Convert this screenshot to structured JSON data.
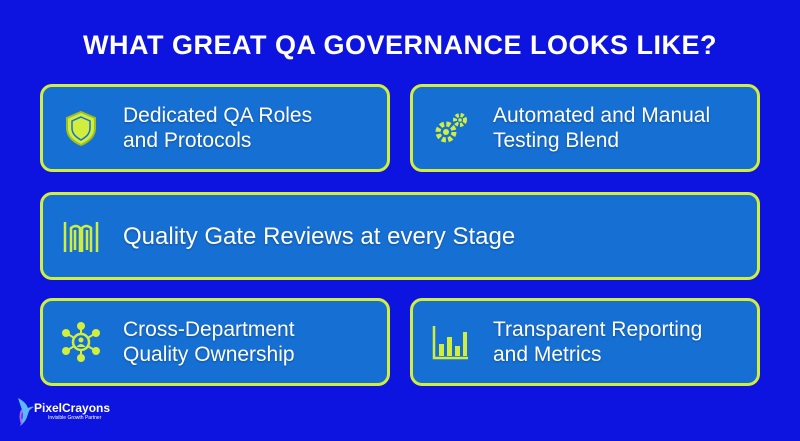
{
  "title": "WHAT GREAT QA GOVERNANCE LOOKS LIKE?",
  "colors": {
    "background": "#0d14e0",
    "card": "#1670d4",
    "accent": "#d2ee3c"
  },
  "cards": [
    {
      "label_line1": "Dedicated QA Roles",
      "label_line2": "and Protocols",
      "icon": "shield-icon"
    },
    {
      "label_line1": "Automated and Manual",
      "label_line2": "Testing Blend",
      "icon": "gears-icon"
    },
    {
      "label_line1": "Quality Gate Reviews at every Stage",
      "icon": "gate-icon"
    },
    {
      "label_line1": "Cross-Department",
      "label_line2": "Quality Ownership",
      "icon": "network-icon"
    },
    {
      "label_line1": "Transparent Reporting",
      "label_line2": "and Metrics",
      "icon": "bar-chart-icon"
    }
  ],
  "logo": {
    "name": "PixelCrayons",
    "tagline": "Invisible Growth Partner"
  }
}
